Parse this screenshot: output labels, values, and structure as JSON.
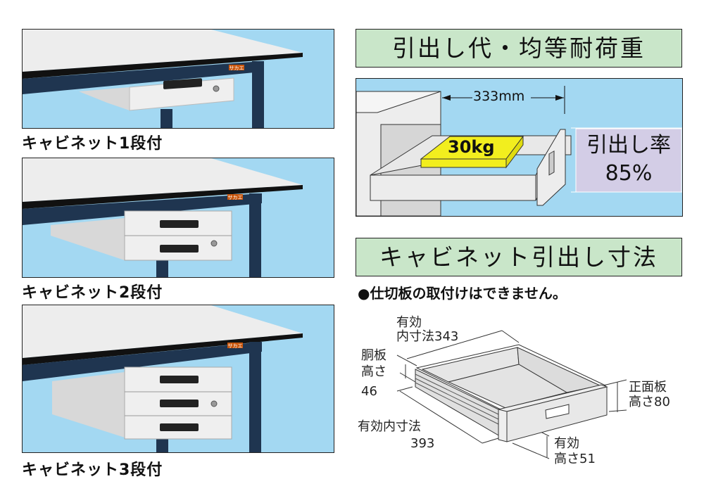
{
  "left": {
    "brand_logo": "サカエ",
    "panels": [
      {
        "caption": "キャビネット1段付"
      },
      {
        "caption": "キャビネット2段付"
      },
      {
        "caption": "キャビネット3段付"
      }
    ]
  },
  "right": {
    "section1": {
      "title": "引出し代・均等耐荷重",
      "dimension": "333mm",
      "load": "30kg",
      "ratio_label": "引出し率",
      "ratio_value": "85%"
    },
    "section2": {
      "title": "キャビネット引出し寸法",
      "note": "●仕切板の取付けはできません。",
      "dims": {
        "inner_width_l1": "有効",
        "inner_width_l2": "内寸法343",
        "side_height_l1": "胴板",
        "side_height_l2": "高さ",
        "side_height_l3": "46",
        "inner_depth_l1": "有効内寸法",
        "inner_depth_l2": "393",
        "front_height_l1": "正面板",
        "front_height_l2": "高さ80",
        "eff_height_l1": "有効",
        "eff_height_l2": "高さ51"
      }
    }
  },
  "colors": {
    "sky": "#a3d8f2",
    "header": "#c9e6c9",
    "frame": "#1f3550",
    "ratio_box": "#d3cde6",
    "load_box": "#f2ee1e"
  }
}
